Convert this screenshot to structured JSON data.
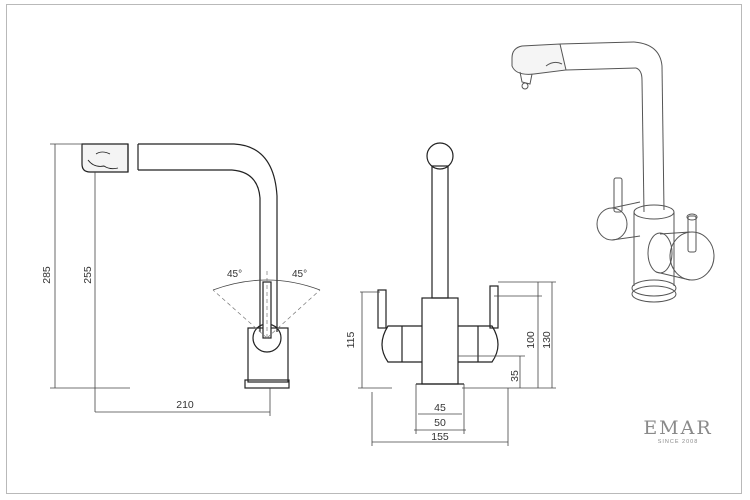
{
  "dimensions": {
    "side_total_height": "285",
    "side_spout_height": "255",
    "side_reach": "210",
    "angle_left": "45°",
    "angle_right": "45°",
    "front_lever_height": "115",
    "front_handle_height": "100",
    "front_total_height": "130",
    "front_body_height": "35",
    "front_body_width_a": "45",
    "front_body_width_b": "50",
    "front_total_width": "155"
  },
  "brand": {
    "name": "EMAR",
    "tagline": "SINCE 2008"
  },
  "colors": {
    "line": "#222222",
    "dim_line": "#444444",
    "frame": "#b9b9b9",
    "brand": "#8a8a8a"
  }
}
